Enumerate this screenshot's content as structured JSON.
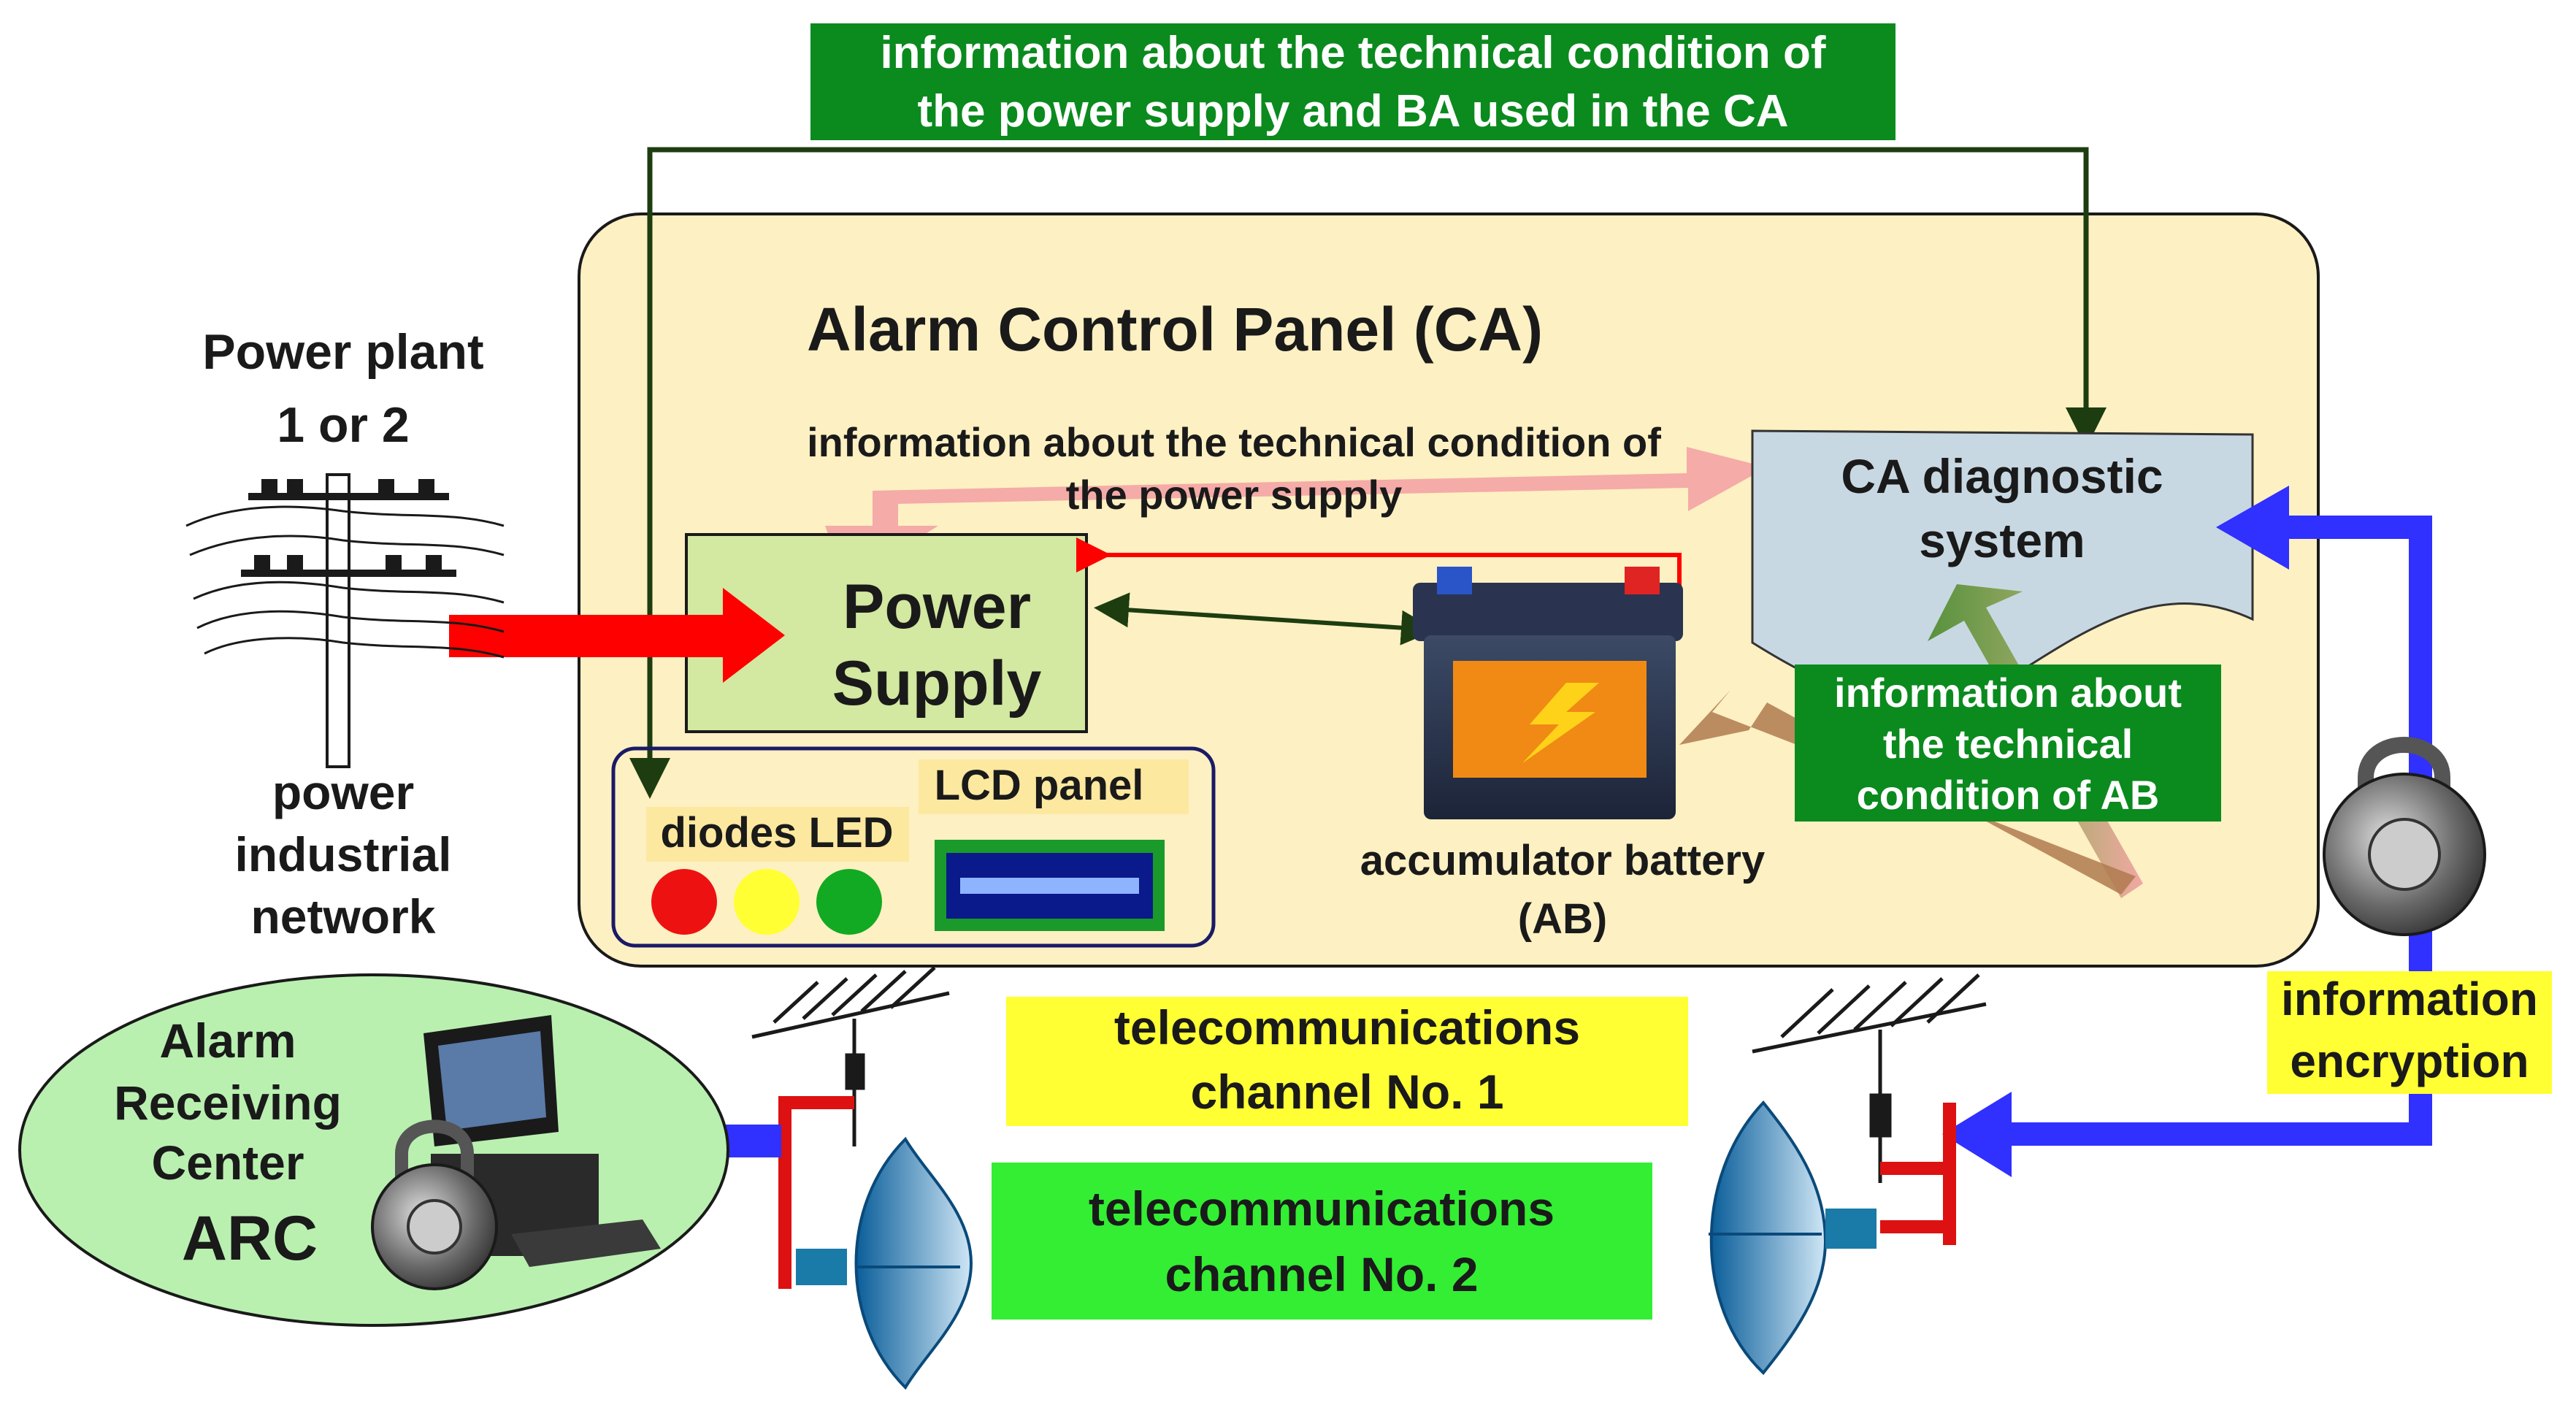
{
  "top_label": {
    "line1": "information about the technical condition of",
    "line2": "the power supply and BA used in the CA"
  },
  "panel": {
    "title": "Alarm Control Panel (CA)",
    "ps_info_line1": "information about the technical condition of",
    "ps_info_line2": "the power supply"
  },
  "power_plant": {
    "line1": "Power plant",
    "line2": "1 or 2"
  },
  "network": {
    "line1": "power",
    "line2": "industrial",
    "line3": "network"
  },
  "power_supply": {
    "line1": "Power",
    "line2": "Supply"
  },
  "diagnostic": {
    "line1": "CA diagnostic",
    "line2": "system"
  },
  "ab_info": {
    "line1": "information about",
    "line2": "the technical",
    "line3": "condition of AB"
  },
  "battery": {
    "line1": "accumulator battery",
    "line2": "(AB)"
  },
  "diodes": {
    "label": "diodes LED"
  },
  "lcd": {
    "label": "LCD panel"
  },
  "encryption": {
    "line1": "information",
    "line2": "encryption"
  },
  "channel1": {
    "line1": "telecommunications",
    "line2": "channel No. 1"
  },
  "channel2": {
    "line1": "telecommunications",
    "line2": "channel No. 2"
  },
  "arc": {
    "line1": "Alarm",
    "line2": "Receiving",
    "line3": "Center",
    "line4": "ARC"
  },
  "colors": {
    "panel_fill": "#fdf0c2",
    "green_label": "#0b8a1e",
    "power_supply_fill": "#d3e8a0",
    "arc_fill": "#b9f0b0",
    "yellow_label": "#ffff33",
    "bright_green_label": "#33ee33",
    "red_arrow": "#ff0000",
    "blue_arrow": "#3030ff",
    "pink_arrow": "#f4a6a6",
    "dark_green_line": "#1d3d10",
    "led_red": "#ee1111",
    "led_yellow": "#ffff33",
    "led_green": "#11aa22"
  }
}
